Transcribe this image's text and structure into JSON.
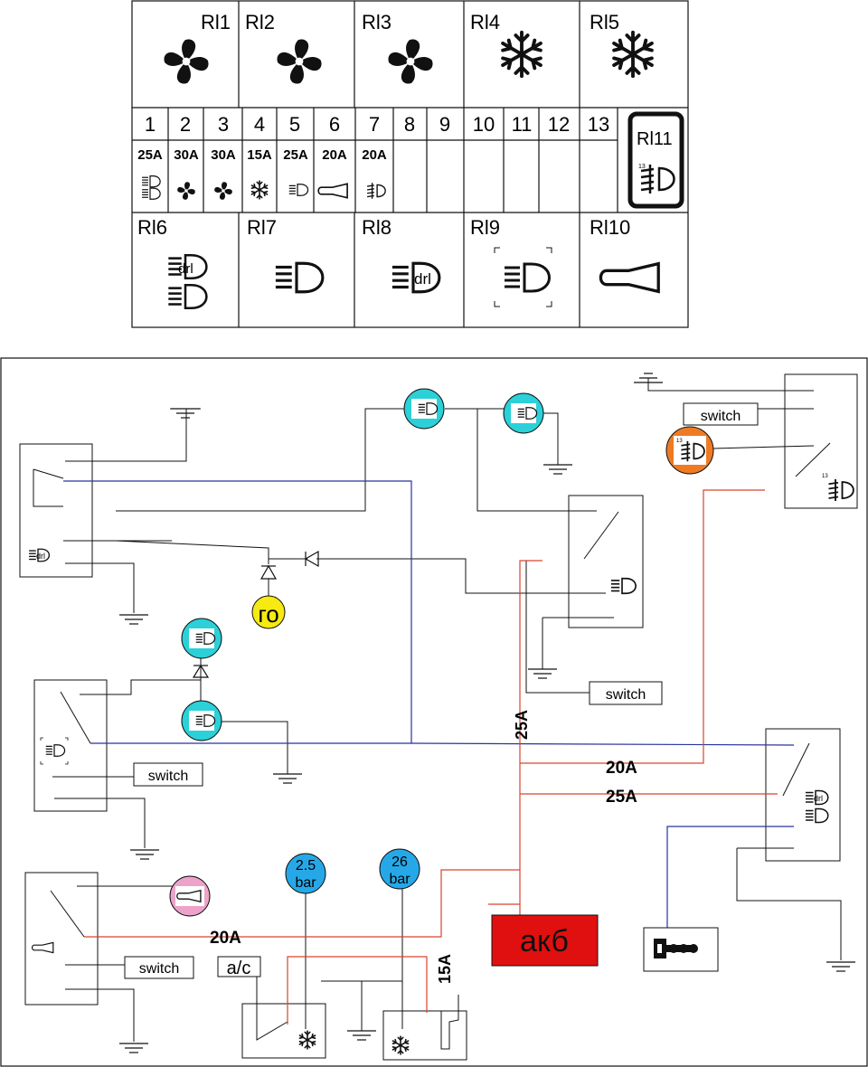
{
  "relays_top": [
    {
      "label": "Rl1",
      "icon": "fan-icon"
    },
    {
      "label": "Rl2",
      "icon": "fan-icon"
    },
    {
      "label": "Rl3",
      "icon": "fan-icon"
    },
    {
      "label": "Rl4",
      "icon": "snowflake-icon"
    },
    {
      "label": "Rl5",
      "icon": "snowflake-icon"
    }
  ],
  "fuses": [
    {
      "num": "1",
      "rating": "25A",
      "icon": "headlight-drl-icon"
    },
    {
      "num": "2",
      "rating": "30A",
      "icon": "fan-icon"
    },
    {
      "num": "3",
      "rating": "30A",
      "icon": "fan-icon"
    },
    {
      "num": "4",
      "rating": "15A",
      "icon": "snowflake-icon"
    },
    {
      "num": "5",
      "rating": "25A",
      "icon": "headlight-icon"
    },
    {
      "num": "6",
      "rating": "20A",
      "icon": "horn-icon"
    },
    {
      "num": "7",
      "rating": "20A",
      "icon": "fog-light-icon"
    },
    {
      "num": "8",
      "rating": "",
      "icon": ""
    },
    {
      "num": "9",
      "rating": "",
      "icon": ""
    },
    {
      "num": "10",
      "rating": "",
      "icon": ""
    },
    {
      "num": "11",
      "rating": "",
      "icon": ""
    },
    {
      "num": "12",
      "rating": "",
      "icon": ""
    },
    {
      "num": "13",
      "rating": "",
      "icon": ""
    }
  ],
  "relay11": {
    "label": "Rl11",
    "icon": "fog-light-icon",
    "sup": "13"
  },
  "relays_bottom": [
    {
      "label": "Rl6",
      "icon": "headlight-drl-icon"
    },
    {
      "label": "Rl7",
      "icon": "headlight-icon"
    },
    {
      "label": "Rl8",
      "icon": "drl-icon"
    },
    {
      "label": "Rl9",
      "icon": "low-beam-icon"
    },
    {
      "label": "Rl10",
      "icon": "horn-icon"
    }
  ],
  "schematic": {
    "switch_label": "switch",
    "go_label": "го",
    "battery_label": "акб",
    "ac_label": "a/c",
    "pressure_low": {
      "value": "2.5",
      "unit": "bar"
    },
    "pressure_high": {
      "value": "26",
      "unit": "bar"
    },
    "fuse_labels": [
      "25A",
      "20A",
      "25A",
      "20A",
      "15A"
    ],
    "fog_sup": "13",
    "colors": {
      "red_wire": "#d9442e",
      "blue_wire": "#27349b",
      "cyan": "#2bd0d8",
      "yellow": "#f6ea12",
      "orange": "#ee7b24",
      "pink": "#eda3c9",
      "blue_gauge": "#26a8e8",
      "battery": "#e01010"
    }
  }
}
